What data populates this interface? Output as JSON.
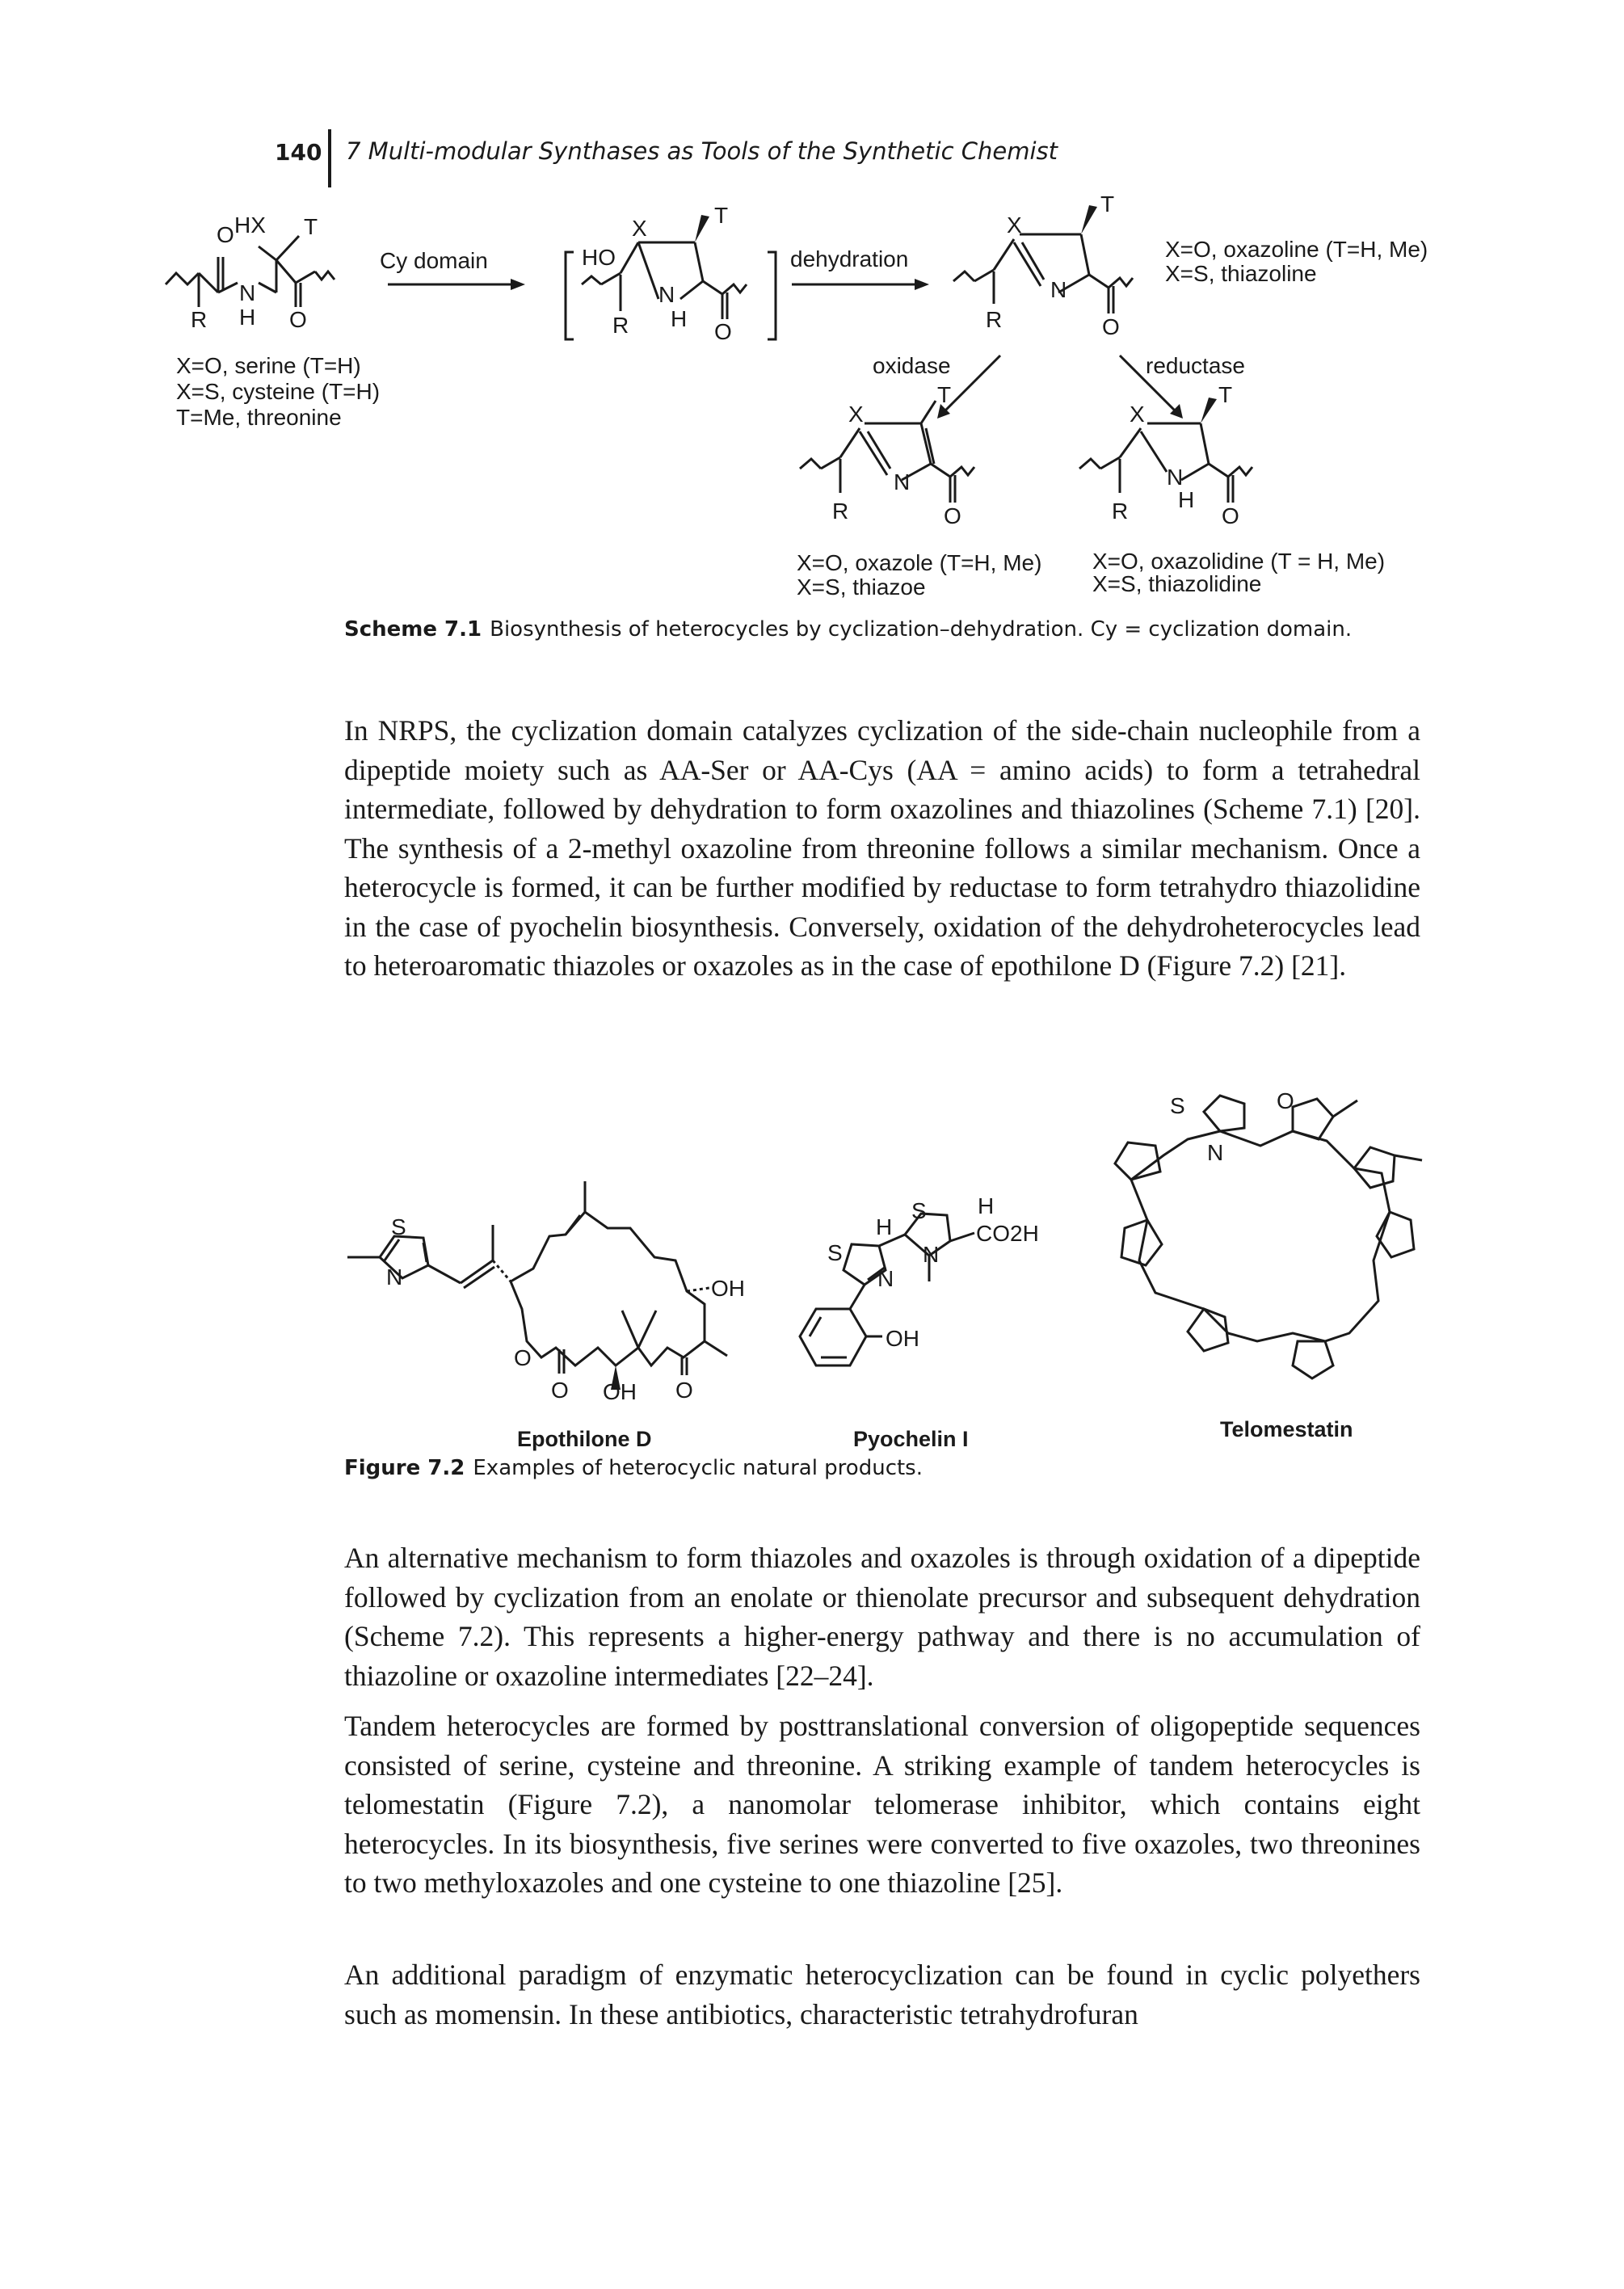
{
  "header": {
    "page_number": "140",
    "running_title": "7 Multi-modular Synthases as Tools of the Synthetic Chemist"
  },
  "scheme": {
    "substrate_atoms": {
      "hx": "HX",
      "t": "T",
      "o": "O",
      "n": "N",
      "h": "H",
      "r": "R",
      "o2": "O"
    },
    "substrate_legend": [
      "X=O, serine (T=H)",
      "X=S, cysteine (T=H)",
      "T=Me, threonine"
    ],
    "arrow1_label": "Cy domain",
    "intermediate_atoms": {
      "ho": "HO",
      "x": "X",
      "t": "T",
      "n": "N",
      "h": "H",
      "r": "R",
      "o": "O"
    },
    "arrow2_label": "dehydration",
    "product_atoms": {
      "x": "X",
      "t": "T",
      "n": "N",
      "r": "R",
      "o": "O"
    },
    "product_legend": [
      "X=O, oxazoline (T=H, Me)",
      "X=S, thiazoline"
    ],
    "oxidase_label": "oxidase",
    "reductase_label": "reductase",
    "oxidase_atoms": {
      "x": "X",
      "t": "T",
      "n": "N",
      "r": "R",
      "o": "O"
    },
    "reductase_atoms": {
      "x": "X",
      "t": "T",
      "n": "N",
      "h": "H",
      "r": "R",
      "o": "O"
    },
    "oxidase_legend": [
      "X=O, oxazole (T=H, Me)",
      "X=S, thiazoe"
    ],
    "reductase_legend": [
      "X=O, oxazolidine (T = H, Me)",
      "X=S, thiazolidine"
    ],
    "caption_label": "Scheme 7.1",
    "caption_text": "Biosynthesis of heterocycles by cyclization–dehydration. Cy = cyclization domain."
  },
  "paragraph1": "In NRPS, the cyclization domain catalyzes cyclization of the side-chain nucleophile from a dipeptide moiety such as AA-Ser or AA-Cys (AA = amino acids) to form a tetrahedral intermediate, followed by dehydration to form oxazolines and thiazolines (Scheme 7.1) [20]. The synthesis of a 2-methyl oxazoline from threonine follows a similar mechanism. Once a heterocycle is formed, it can be further modified by reductase to form tetrahydro thiazolidine in the case of pyochelin biosynthesis. Conversely, oxidation of the dehydroheterocycles lead to heteroaromatic thiazoles or oxazoles as in the case of epothilone D (Figure 7.2) [21].",
  "figure": {
    "epothilone": {
      "name": "Epothilone D",
      "s": "S",
      "n": "N",
      "oh_top": "OH",
      "o_ring": "O",
      "o1": "O",
      "oh": "OH",
      "o2": "O"
    },
    "pyochelin": {
      "name": "Pyochelin I",
      "h1": "H",
      "s1": "S",
      "h2": "H",
      "co2h": "CO2H",
      "s2": "S",
      "n1": "N",
      "n2": "N",
      "oh": "OH"
    },
    "telomestatin": {
      "name": "Telomestatin",
      "s": "S",
      "o": "O",
      "n": "N"
    },
    "caption_label": "Figure 7.2",
    "caption_text": "Examples of heterocyclic natural products."
  },
  "paragraph2": "An alternative mechanism to form thiazoles and oxazoles is through oxidation of a dipeptide followed by cyclization from an enolate or thienolate precursor and subsequent dehydration (Scheme 7.2). This represents a higher-energy pathway and there is no accumulation of thiazoline or oxazoline intermediates [22–24].",
  "paragraph3": "Tandem heterocycles are formed by posttranslational conversion of oligopeptide sequences consisted of serine, cysteine and threonine. A striking example of tandem heterocycles is telomestatin (Figure 7.2), a nanomolar telomerase inhibitor, which contains eight heterocycles. In its biosynthesis, five serines were converted to five oxazoles, two threonines to two methyloxazoles and one cysteine to one thiazoline [25].",
  "paragraph4": "An additional paradigm of enzymatic heterocyclization can be found in cyclic polyethers such as momensin. In these antibiotics, characteristic tetrahydrofuran"
}
